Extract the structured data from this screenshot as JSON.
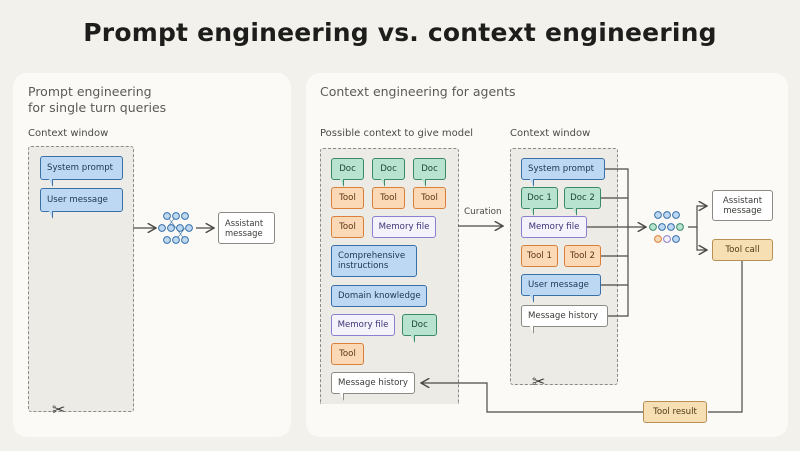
{
  "title": "Prompt engineering vs. context engineering",
  "left_panel": {
    "title_line1": "Prompt engineering",
    "title_line2": "for single turn queries",
    "context_window_label": "Context window",
    "system_prompt": "System prompt",
    "user_message": "User message",
    "assistant_message": "Assistant message"
  },
  "right_panel": {
    "title": "Context engineering for agents",
    "possible_context_label": "Possible context to give model",
    "context_window_label": "Context window",
    "curation_label": "Curation",
    "possible": {
      "doc": "Doc",
      "tool": "Tool",
      "memory_file": "Memory file",
      "comprehensive_instructions": "Comprehensive instructions",
      "domain_knowledge": "Domain knowledge",
      "message_history": "Message history"
    },
    "window": {
      "system_prompt": "System prompt",
      "doc1": "Doc 1",
      "doc2": "Doc 2",
      "memory_file": "Memory file",
      "tool1": "Tool 1",
      "tool2": "Tool 2",
      "user_message": "User message",
      "message_history": "Message history"
    },
    "assistant_message": "Assistant message",
    "tool_call": "Tool call",
    "tool_result": "Tool result"
  },
  "colors": {
    "system": "#bcd8f3",
    "doc": "#b9e3d1",
    "tool": "#fcd9b6",
    "memory": "#f4f2fb",
    "tool_flow": "#f6dfb3"
  }
}
